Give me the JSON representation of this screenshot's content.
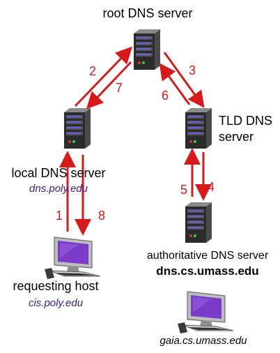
{
  "nodes": {
    "root": {
      "label": "root DNS server"
    },
    "tld": {
      "label_line1": "TLD DNS",
      "label_line2": "server"
    },
    "local": {
      "label": "local DNS server",
      "domain": "dns.poly.edu"
    },
    "authoritative": {
      "label": "authoritative DNS server",
      "domain": "dns.cs.umass.edu"
    },
    "requesting": {
      "label": "requesting host",
      "domain": "cis.poly.edu"
    },
    "gaia": {
      "domain": "gaia.cs.umass.edu"
    }
  },
  "steps": [
    "1",
    "2",
    "3",
    "4",
    "5",
    "6",
    "7",
    "8"
  ],
  "colors": {
    "arrow": "#d61a1a",
    "domain_text": "#3a1a8c",
    "server_body": "#2b2b2b",
    "screen": "#7a3cc8"
  }
}
